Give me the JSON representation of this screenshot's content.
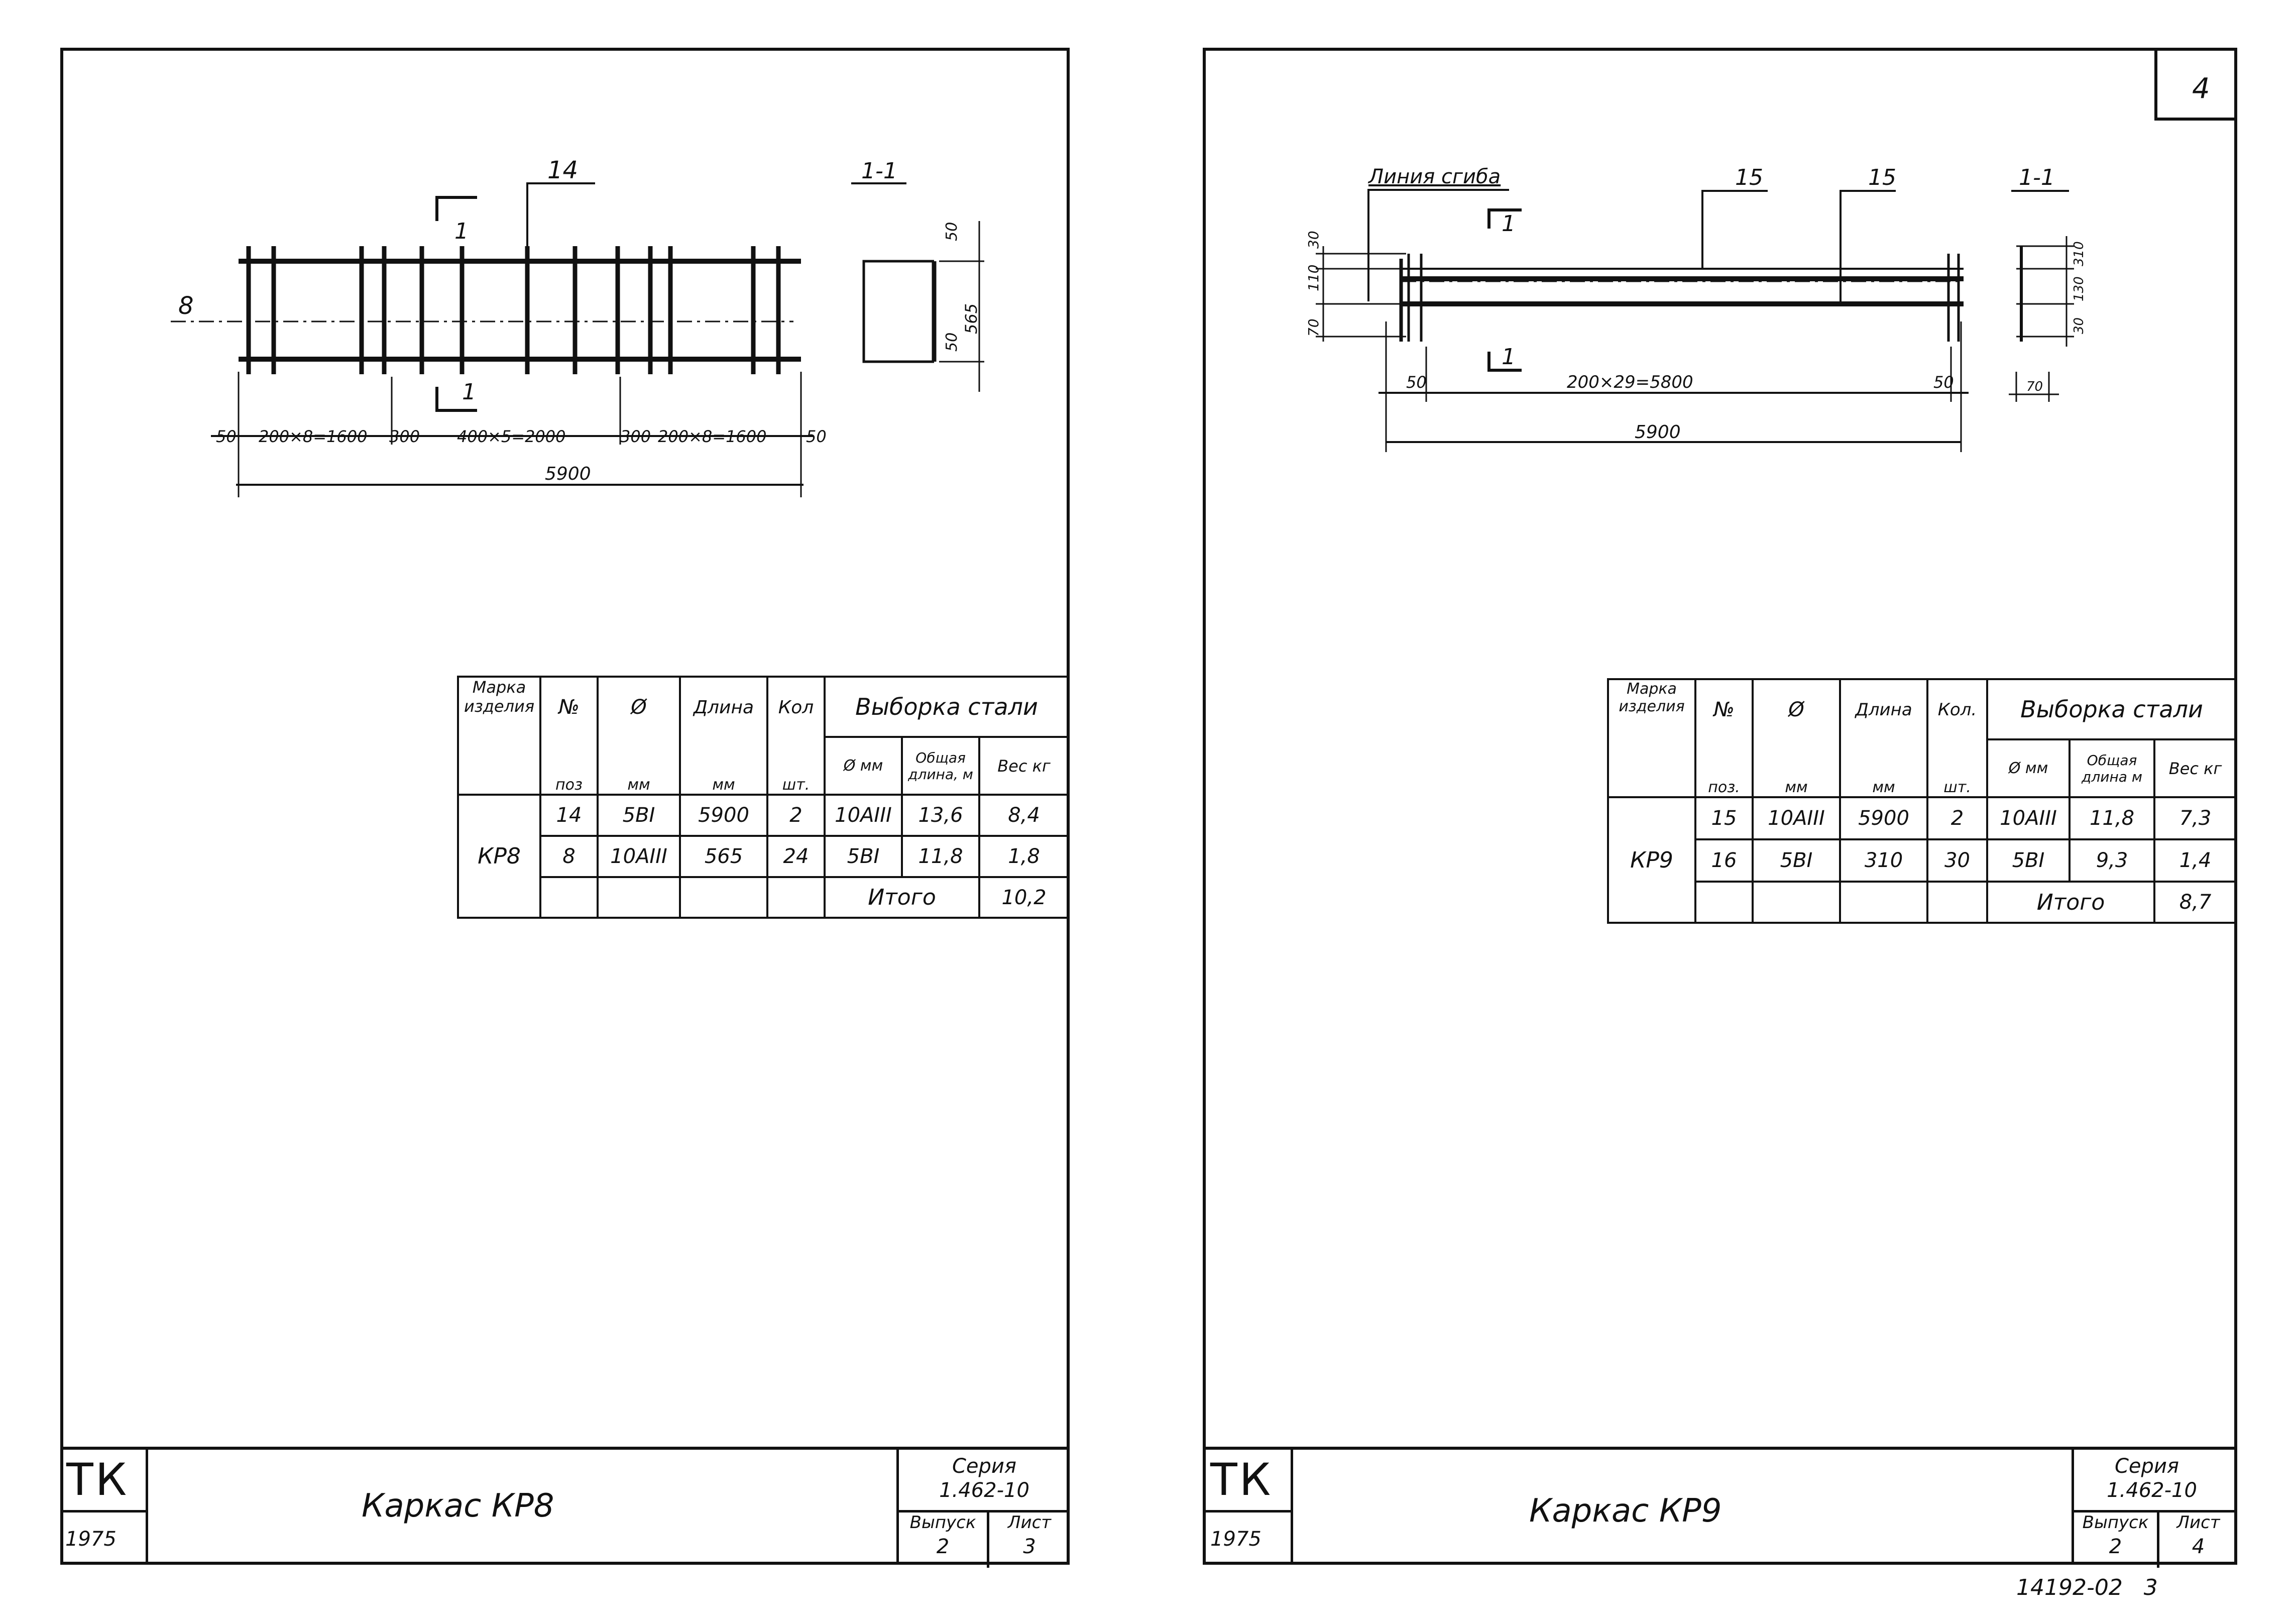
{
  "footer_code": "14192-02   3",
  "left": {
    "section_label": "1-1",
    "pos_top_label": "14",
    "pos_left_label": "8",
    "cut_label": "1",
    "dims_bottom": [
      "50",
      "200×8=1600",
      "300",
      "400×5=2000",
      "300",
      "200×8=1600",
      "50"
    ],
    "total_length": "5900",
    "section_dims": [
      "50",
      "50",
      "565"
    ],
    "table": {
      "headers": {
        "mark": "Марка изделия",
        "pos": "№",
        "pos_sub": "поз",
        "dia": "Ø",
        "dia_sub": "мм",
        "length": "Длина",
        "length_sub": "мм",
        "qty": "Кол",
        "qty_sub": "шт.",
        "steel": "Выборка стали",
        "steel_dia": "Ø мм",
        "steel_total": "Общая длина, м",
        "steel_weight": "Вес кг"
      },
      "mark": "КР8",
      "rows": [
        {
          "pos": "14",
          "dia": "5ВI",
          "length": "5900",
          "qty": "2",
          "s_dia": "10АIII",
          "s_len": "13,6",
          "s_wt": "8,4"
        },
        {
          "pos": "8",
          "dia": "10АIII",
          "length": "565",
          "qty": "24",
          "s_dia": "5ВI",
          "s_len": "11,8",
          "s_wt": "1,8"
        }
      ],
      "total_label": "Итого",
      "total_value": "10,2"
    },
    "title_block": {
      "org": "ТК",
      "year": "1975",
      "title": "Каркас КР8",
      "series_label": "Серия",
      "series": "1.462-10",
      "issue_label": "Выпуск",
      "issue": "2",
      "sheet_label": "Лист",
      "sheet": "3"
    }
  },
  "right": {
    "sheet_number": "4",
    "bend_line_label": "Линия сгиба",
    "section_label": "1-1",
    "pos_labels": [
      "15",
      "15"
    ],
    "cut_label": "1",
    "left_dims": [
      "30",
      "110",
      "70"
    ],
    "dims_bottom": [
      "50",
      "200×29=5800",
      "50"
    ],
    "total_length": "5900",
    "section_dims": [
      "310",
      "130",
      "30",
      "70"
    ],
    "table": {
      "headers": {
        "mark": "Марка изделия",
        "pos": "№",
        "pos_sub": "поз.",
        "dia": "Ø",
        "dia_sub": "мм",
        "length": "Длина",
        "length_sub": "мм",
        "qty": "Кол.",
        "qty_sub": "шт.",
        "steel": "Выборка стали",
        "steel_dia": "Ø мм",
        "steel_total": "Общая длина м",
        "steel_weight": "Вес кг"
      },
      "mark": "КР9",
      "rows": [
        {
          "pos": "15",
          "dia": "10АIII",
          "length": "5900",
          "qty": "2",
          "s_dia": "10АIII",
          "s_len": "11,8",
          "s_wt": "7,3"
        },
        {
          "pos": "16",
          "dia": "5ВI",
          "length": "310",
          "qty": "30",
          "s_dia": "5ВI",
          "s_len": "9,3",
          "s_wt": "1,4"
        }
      ],
      "total_label": "Итого",
      "total_value": "8,7"
    },
    "title_block": {
      "org": "ТК",
      "year": "1975",
      "title": "Каркас КР9",
      "series_label": "Серия",
      "series": "1.462-10",
      "issue_label": "Выпуск",
      "issue": "2",
      "sheet_label": "Лист",
      "sheet": "4"
    }
  }
}
